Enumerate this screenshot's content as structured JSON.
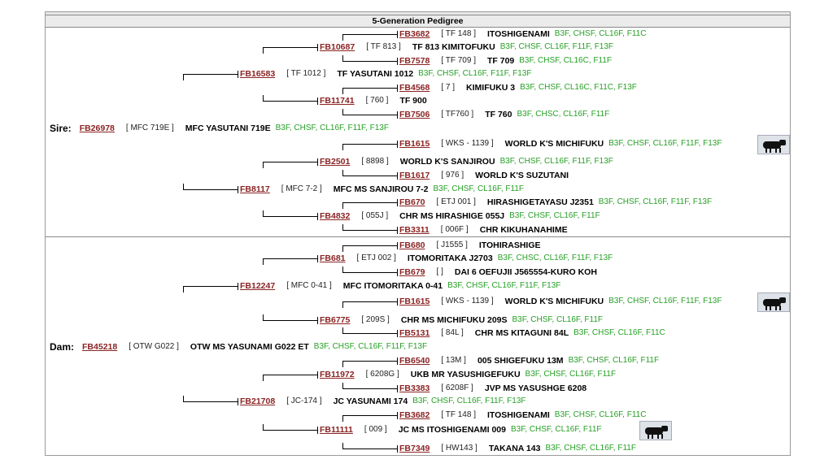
{
  "title": "5-Generation Pedigree",
  "sire": {
    "label": "Sire:",
    "id": "FB26978",
    "reg": "[ MFC 719E ]",
    "name": "MFC YASUTANI 719E",
    "epd": "B3F, CHSF, CL16F, F11F, F13F",
    "s": {
      "id": "FB16583",
      "reg": "[ TF 1012 ]",
      "name": "TF YASUTANI 1012",
      "epd": "B3F, CHSF, CL16F, F11F, F13F",
      "s": {
        "id": "FB10687",
        "reg": "[ TF 813 ]",
        "name": "TF 813 KIMITOFUKU",
        "epd": "B3F, CHSF, CL16F, F11F, F13F",
        "s": {
          "id": "FB3682",
          "reg": "[ TF 148 ]",
          "name": "ITOSHIGENAMI",
          "epd": "B3F, CHSF, CL16F, F11C"
        },
        "d": {
          "id": "FB7578",
          "reg": "[ TF 709 ]",
          "name": "TF 709",
          "epd": "B3F, CHSF, CL16C, F11F"
        }
      },
      "d": {
        "id": "FB11741",
        "reg": "[ 760 ]",
        "name": "TF 900",
        "epd": "",
        "s": {
          "id": "FB4568",
          "reg": "[ 7 ]",
          "name": "KIMIFUKU 3",
          "epd": "B3F, CHSF, CL16C, F11C, F13F"
        },
        "d": {
          "id": "FB7506",
          "reg": "[ TF760 ]",
          "name": "TF 760",
          "epd": "B3F, CHSC, CL16F, F11F"
        }
      }
    },
    "d": {
      "id": "FB8117",
      "reg": "[ MFC 7-2 ]",
      "name": "MFC MS SANJIROU 7-2",
      "epd": "B3F, CHSF, CL16F, F11F",
      "s": {
        "id": "FB2501",
        "reg": "[ 8898 ]",
        "name": "WORLD K'S SANJIROU",
        "epd": "B3F, CHSF, CL16F, F11F, F13F",
        "s": {
          "id": "FB1615",
          "reg": "[ WKS - 1139 ]",
          "name": "WORLD K'S MICHIFUKU",
          "epd": "B3F, CHSF, CL16F, F11F, F13F"
        },
        "d": {
          "id": "FB1617",
          "reg": "[ 976 ]",
          "name": "WORLD K'S SUZUTANI",
          "epd": ""
        }
      },
      "d": {
        "id": "FB4832",
        "reg": "[ 055J ]",
        "name": "CHR MS HIRASHIGE 055J",
        "epd": "B3F, CHSF, CL16F, F11F",
        "s": {
          "id": "FB670",
          "reg": "[ ETJ 001 ]",
          "name": "HIRASHIGETAYASU J2351",
          "epd": "B3F, CHSF, CL16F, F11F, F13F"
        },
        "d": {
          "id": "FB3311",
          "reg": "[ 006F ]",
          "name": "CHR KIKUHANAHIME",
          "epd": ""
        }
      }
    }
  },
  "dam": {
    "label": "Dam:",
    "id": "FB45218",
    "reg": "[ OTW G022 ]",
    "name": "OTW MS YASUNAMI G022 ET",
    "epd": "B3F, CHSF, CL16F, F11F, F13F",
    "s": {
      "id": "FB12247",
      "reg": "[ MFC 0-41 ]",
      "name": "MFC ITOMORITAKA 0-41",
      "epd": "B3F, CHSF, CL16F, F11F, F13F",
      "s": {
        "id": "FB681",
        "reg": "[ ETJ 002 ]",
        "name": "ITOMORITAKA J2703",
        "epd": "B3F, CHSC, CL16F, F11F, F13F",
        "s": {
          "id": "FB680",
          "reg": "[ J1555 ]",
          "name": "ITOHIRASHIGE",
          "epd": ""
        },
        "d": {
          "id": "FB679",
          "reg": "[ ]",
          "name": "DAI 6 OEFUJII J565554-KURO KOH",
          "epd": ""
        }
      },
      "d": {
        "id": "FB6775",
        "reg": "[ 209S ]",
        "name": "CHR MS MICHIFUKU 209S",
        "epd": "B3F, CHSF, CL16F, F11F",
        "s": {
          "id": "FB1615",
          "reg": "[ WKS - 1139 ]",
          "name": "WORLD K'S MICHIFUKU",
          "epd": "B3F, CHSF, CL16F, F11F, F13F"
        },
        "d": {
          "id": "FB5131",
          "reg": "[ 84L ]",
          "name": "CHR MS KITAGUNI 84L",
          "epd": "B3F, CHSF, CL16F, F11C"
        }
      }
    },
    "d": {
      "id": "FB21708",
      "reg": "[ JC-174 ]",
      "name": "JC YASUNAMI 174",
      "epd": "B3F, CHSF, CL16F, F11F, F13F",
      "s": {
        "id": "FB11972",
        "reg": "[ 6208G ]",
        "name": "UKB MR YASUSHIGEFUKU",
        "epd": "B3F, CHSF, CL16F, F11F",
        "s": {
          "id": "FB6540",
          "reg": "[ 13M ]",
          "name": "005 SHIGEFUKU 13M",
          "epd": "B3F, CHSF, CL16F, F11F"
        },
        "d": {
          "id": "FB3383",
          "reg": "[ 6208F ]",
          "name": "JVP MS YASUSHGE 6208",
          "epd": ""
        }
      },
      "d": {
        "id": "FB11111",
        "reg": "[ 009 ]",
        "name": "JC MS ITOSHIGENAMI 009",
        "epd": "B3F, CHSF, CL16F, F11F",
        "s": {
          "id": "FB3682",
          "reg": "[ TF 148 ]",
          "name": "ITOSHIGENAMI",
          "epd": "B3F, CHSF, CL16F, F11C"
        },
        "d": {
          "id": "FB7349",
          "reg": "[ HW143 ]",
          "name": "TAKANA 143",
          "epd": "B3F, CHSF, CL16F, F11F"
        }
      }
    }
  },
  "photos": [
    "black-cow-photo",
    "black-cow-photo",
    "cow-in-field-photo"
  ]
}
